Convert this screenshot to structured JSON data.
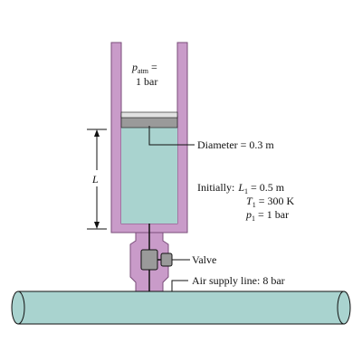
{
  "colors": {
    "wall": "#c99bc9",
    "wall_edge": "#7a4e7a",
    "air": "#a9d3cf",
    "piston_top": "#e2e2e2",
    "piston_side": "#9a9a9a",
    "ink": "#111111"
  },
  "labels": {
    "patm_sym": "p",
    "patm_sub": "atm",
    "patm_eq": " =",
    "patm_val": "1 bar",
    "diameter": "Diameter = 0.3 m",
    "dim_L": "L",
    "init_prefix": "Initially:",
    "L1_sym": "L",
    "L1_sub": "1",
    "L1_val": " = 0.5 m",
    "T1_sym": "T",
    "T1_sub": "1",
    "T1_val": " = 300 K",
    "p1_sym": "p",
    "p1_sub": "1",
    "p1_val": " = 1 bar",
    "valve": "Valve",
    "supply": "Air supply line: 8 bar"
  },
  "icons": [
    "valve-icon",
    "piston-icon"
  ]
}
